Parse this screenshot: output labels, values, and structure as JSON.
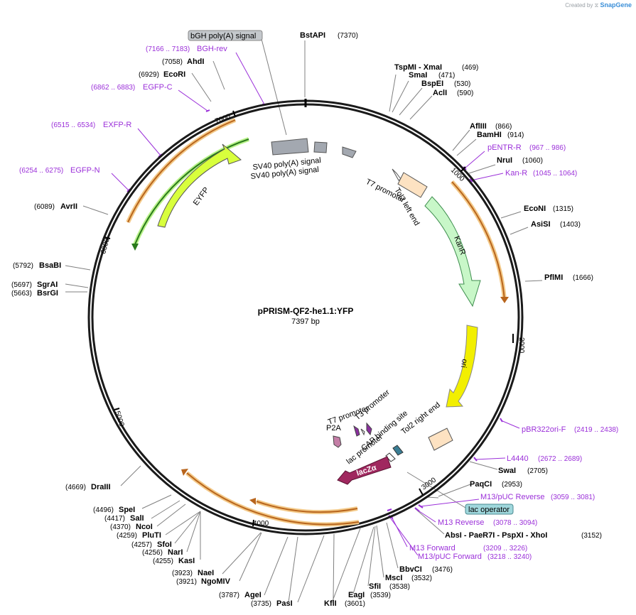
{
  "credit": {
    "prefix": "Created by",
    "brand": "SnapGene"
  },
  "plasmid": {
    "name": "pPRISM-QF2-he1.1:YFP",
    "size_label": "7397 bp"
  },
  "ticks": [
    "1000",
    "2000",
    "3000",
    "4000",
    "5000",
    "6000",
    "7000"
  ],
  "sites_right": [
    {
      "name": "BstAPI",
      "pos": "(7370)"
    },
    {
      "name": "TspMI  - XmaI",
      "pos": "(469)"
    },
    {
      "name": "SmaI",
      "pos": "(471)"
    },
    {
      "name": "BspEI",
      "pos": "(530)"
    },
    {
      "name": "AclI",
      "pos": "(590)"
    },
    {
      "name": "AflIII",
      "pos": "(866)"
    },
    {
      "name": "BamHI",
      "pos": "(914)"
    },
    {
      "name": "NruI",
      "pos": "(1060)"
    },
    {
      "name": "EcoNI",
      "pos": "(1315)"
    },
    {
      "name": "AsiSI",
      "pos": "(1403)"
    },
    {
      "name": "PflMI",
      "pos": "(1666)"
    },
    {
      "name": "SwaI",
      "pos": "(2705)"
    },
    {
      "name": "PaqCI",
      "pos": "(2953)"
    },
    {
      "name": "AbsI  - PaeR7I  - PspXI  - XhoI",
      "pos": "(3152)"
    },
    {
      "name": "BbvCI",
      "pos": "(3476)"
    },
    {
      "name": "MscI",
      "pos": "(3532)"
    },
    {
      "name": "SfiI",
      "pos": "(3538)"
    },
    {
      "name": "EagI",
      "pos": "(3539)"
    },
    {
      "name": "KflI",
      "pos": "(3601)"
    },
    {
      "name": "PasI",
      "pos": "(3735)"
    },
    {
      "name": "AgeI",
      "pos": "(3787)"
    },
    {
      "name": "NgoMIV",
      "pos": "(3921)"
    },
    {
      "name": "NaeI",
      "pos": "(3923)"
    }
  ],
  "sites_left": [
    {
      "name": "AhdI",
      "pos": "(7058)"
    },
    {
      "name": "EcoRI",
      "pos": "(6929)"
    },
    {
      "name": "AvrII",
      "pos": "(6089)"
    },
    {
      "name": "BsaBI",
      "pos": "(5792)"
    },
    {
      "name": "SgrAI",
      "pos": "(5697)"
    },
    {
      "name": "BsrGI",
      "pos": "(5663)"
    },
    {
      "name": "DraIII",
      "pos": "(4669)"
    },
    {
      "name": "SpeI",
      "pos": "(4496)"
    },
    {
      "name": "SalI",
      "pos": "(4417)"
    },
    {
      "name": "NcoI",
      "pos": "(4370)"
    },
    {
      "name": "PluTI",
      "pos": "(4259)"
    },
    {
      "name": "SfoI",
      "pos": "(4257)"
    },
    {
      "name": "NarI",
      "pos": "(4256)"
    },
    {
      "name": "KasI",
      "pos": "(4255)"
    }
  ],
  "primers": [
    {
      "name": "BGH-rev",
      "pos": "(7166 .. 7183)"
    },
    {
      "name": "EGFP-C",
      "pos": "(6862 .. 6883)"
    },
    {
      "name": "EXFP-R",
      "pos": "(6515 .. 6534)"
    },
    {
      "name": "EGFP-N",
      "pos": "(6254 .. 6275)"
    },
    {
      "name": "pENTR-R",
      "pos": "(967 .. 986)"
    },
    {
      "name": "Kan-R",
      "pos": "(1045 .. 1064)"
    },
    {
      "name": "pBR322ori-F",
      "pos": "(2419 .. 2438)"
    },
    {
      "name": "L4440",
      "pos": "(2672 .. 2689)"
    },
    {
      "name": "M13/pUC Reverse",
      "pos": "(3059 .. 3081)"
    },
    {
      "name": "M13 Reverse",
      "pos": "(3078 .. 3094)"
    },
    {
      "name": "M13 Forward",
      "pos": "(3209 .. 3226)"
    },
    {
      "name": "M13/pUC Forward",
      "pos": "(3218 .. 3240)"
    }
  ],
  "boxed": [
    "bGH poly(A) signal",
    "lac operator"
  ],
  "features": [
    "SV40 poly(A) signal",
    "SV40 poly(A) signal",
    "T7 promoter",
    "Tol2 left end",
    "KanR",
    "ori",
    "EYFP",
    "T7 promoter",
    "T3 promoter",
    "P2A",
    "CAP binding site",
    "Tol2 right end",
    "lac promoter",
    "lacZα"
  ],
  "colors": {
    "backbone": "#1a1a1a",
    "primer": "#9b30d9",
    "orf_glow": "#e8a33b",
    "kanr": "#c8f7c8",
    "ori": "#f2ef00",
    "eyfp": "#d8ff3c",
    "lacz": "#a0285f",
    "sv40": "#a3a8b0",
    "tol2": "#fde2c2",
    "lac_operator": "#9fd7dc"
  }
}
